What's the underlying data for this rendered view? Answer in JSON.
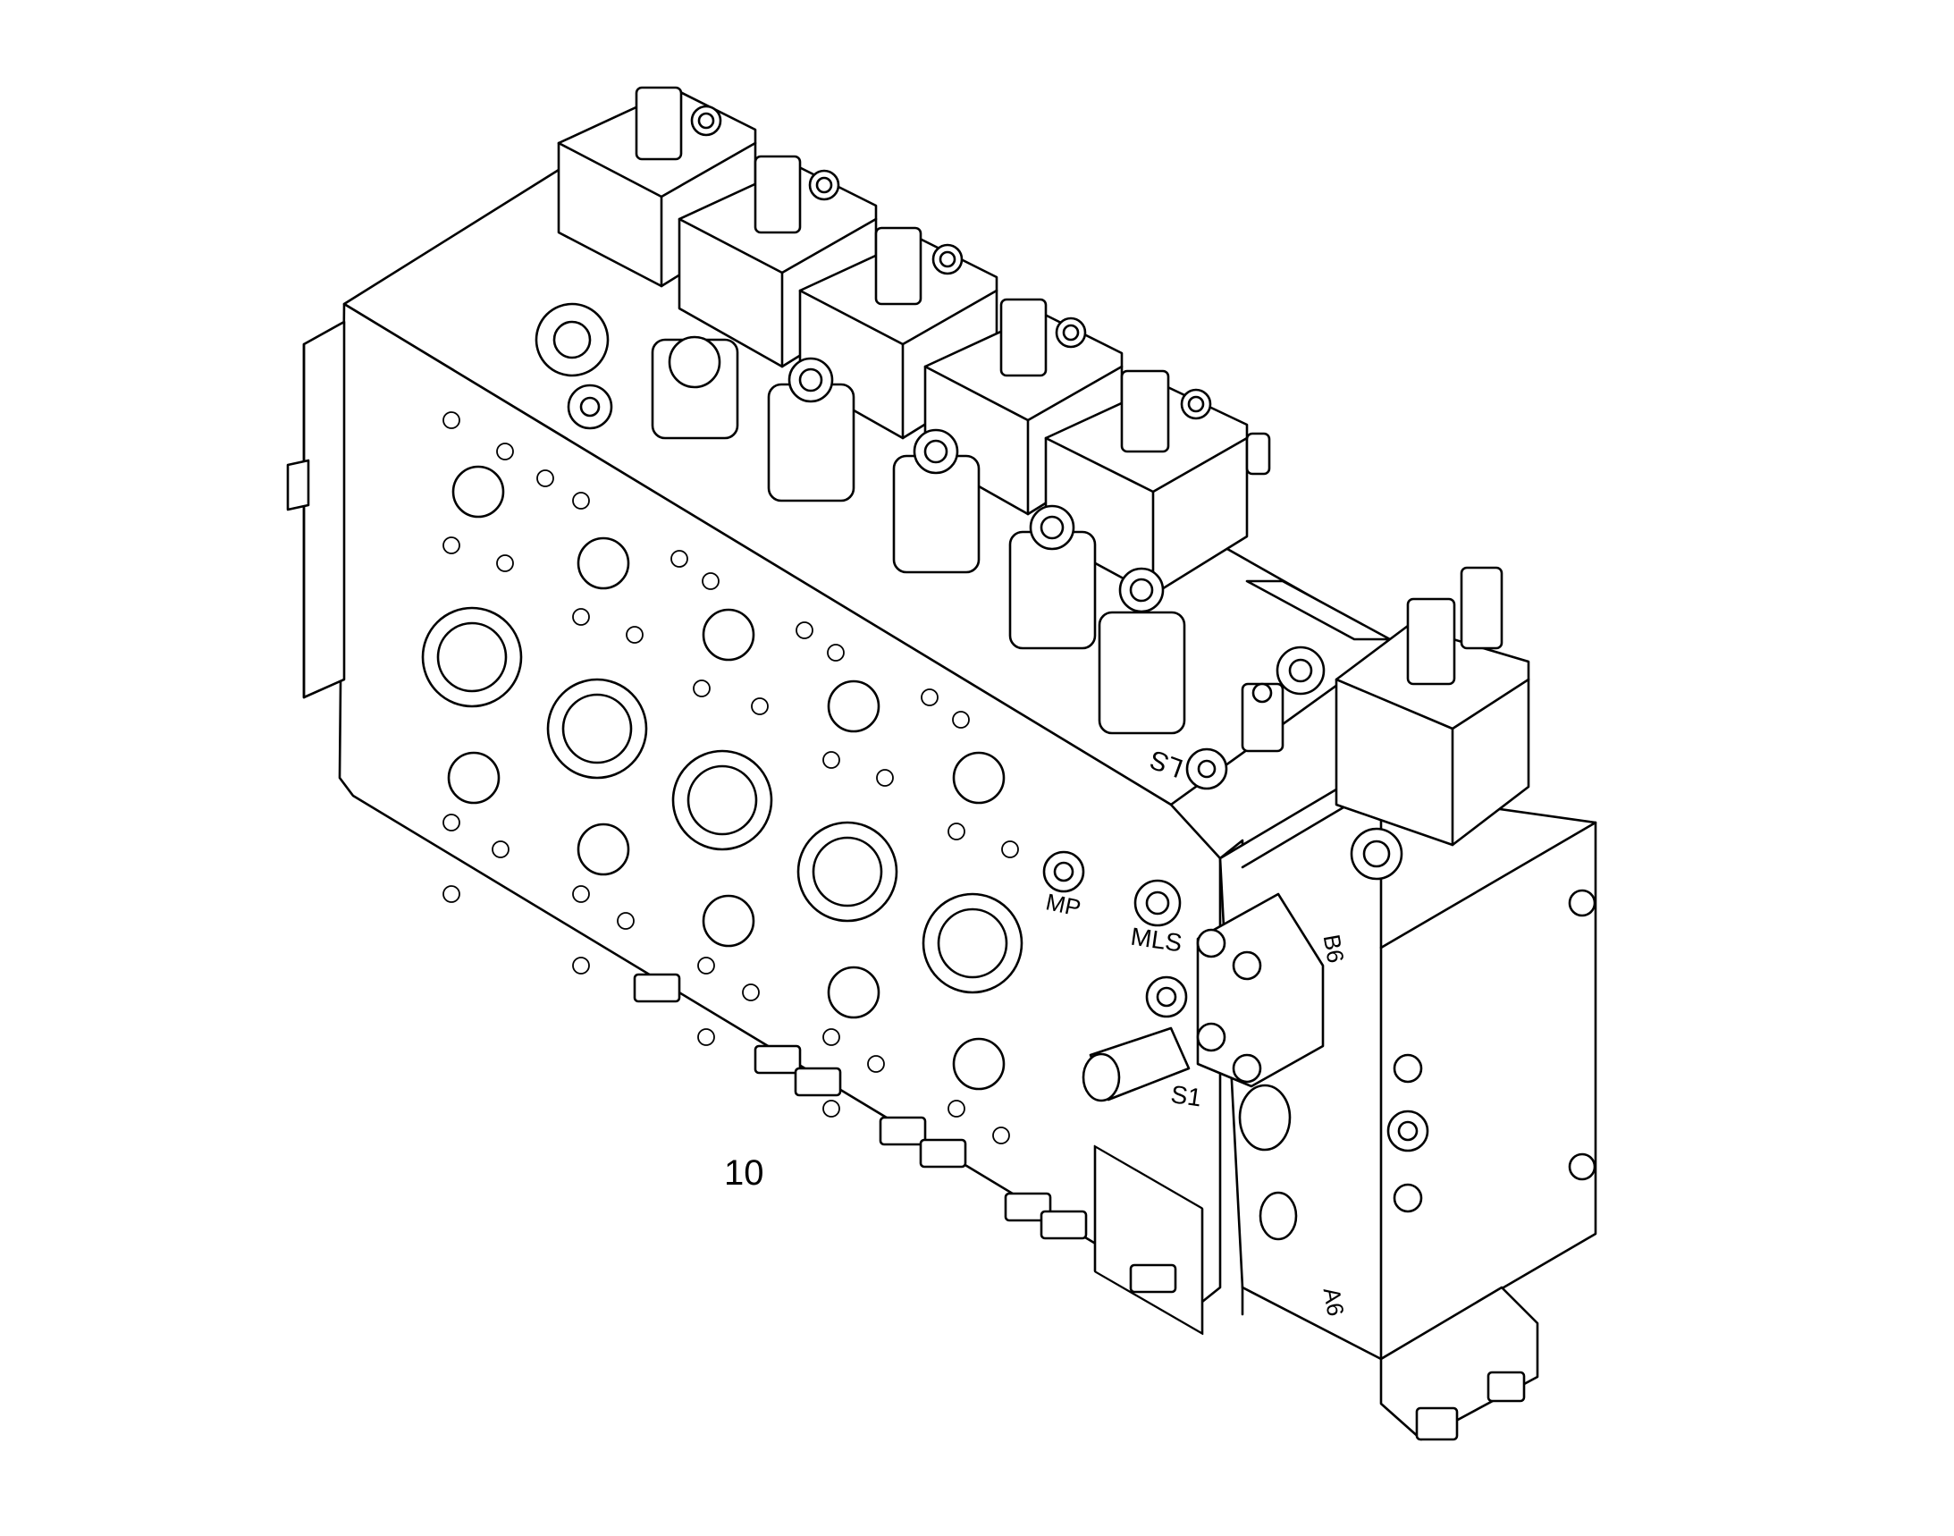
{
  "diagram": {
    "subject": "hydraulic control valve block, isometric line drawing",
    "callout_number": "10",
    "port_labels": {
      "ls": "LS",
      "mp": "MP",
      "mls": "MLS",
      "s1": "S1",
      "b6": "B6",
      "a6": "A6"
    },
    "line_color": "#000000",
    "background_color": "#ffffff"
  }
}
